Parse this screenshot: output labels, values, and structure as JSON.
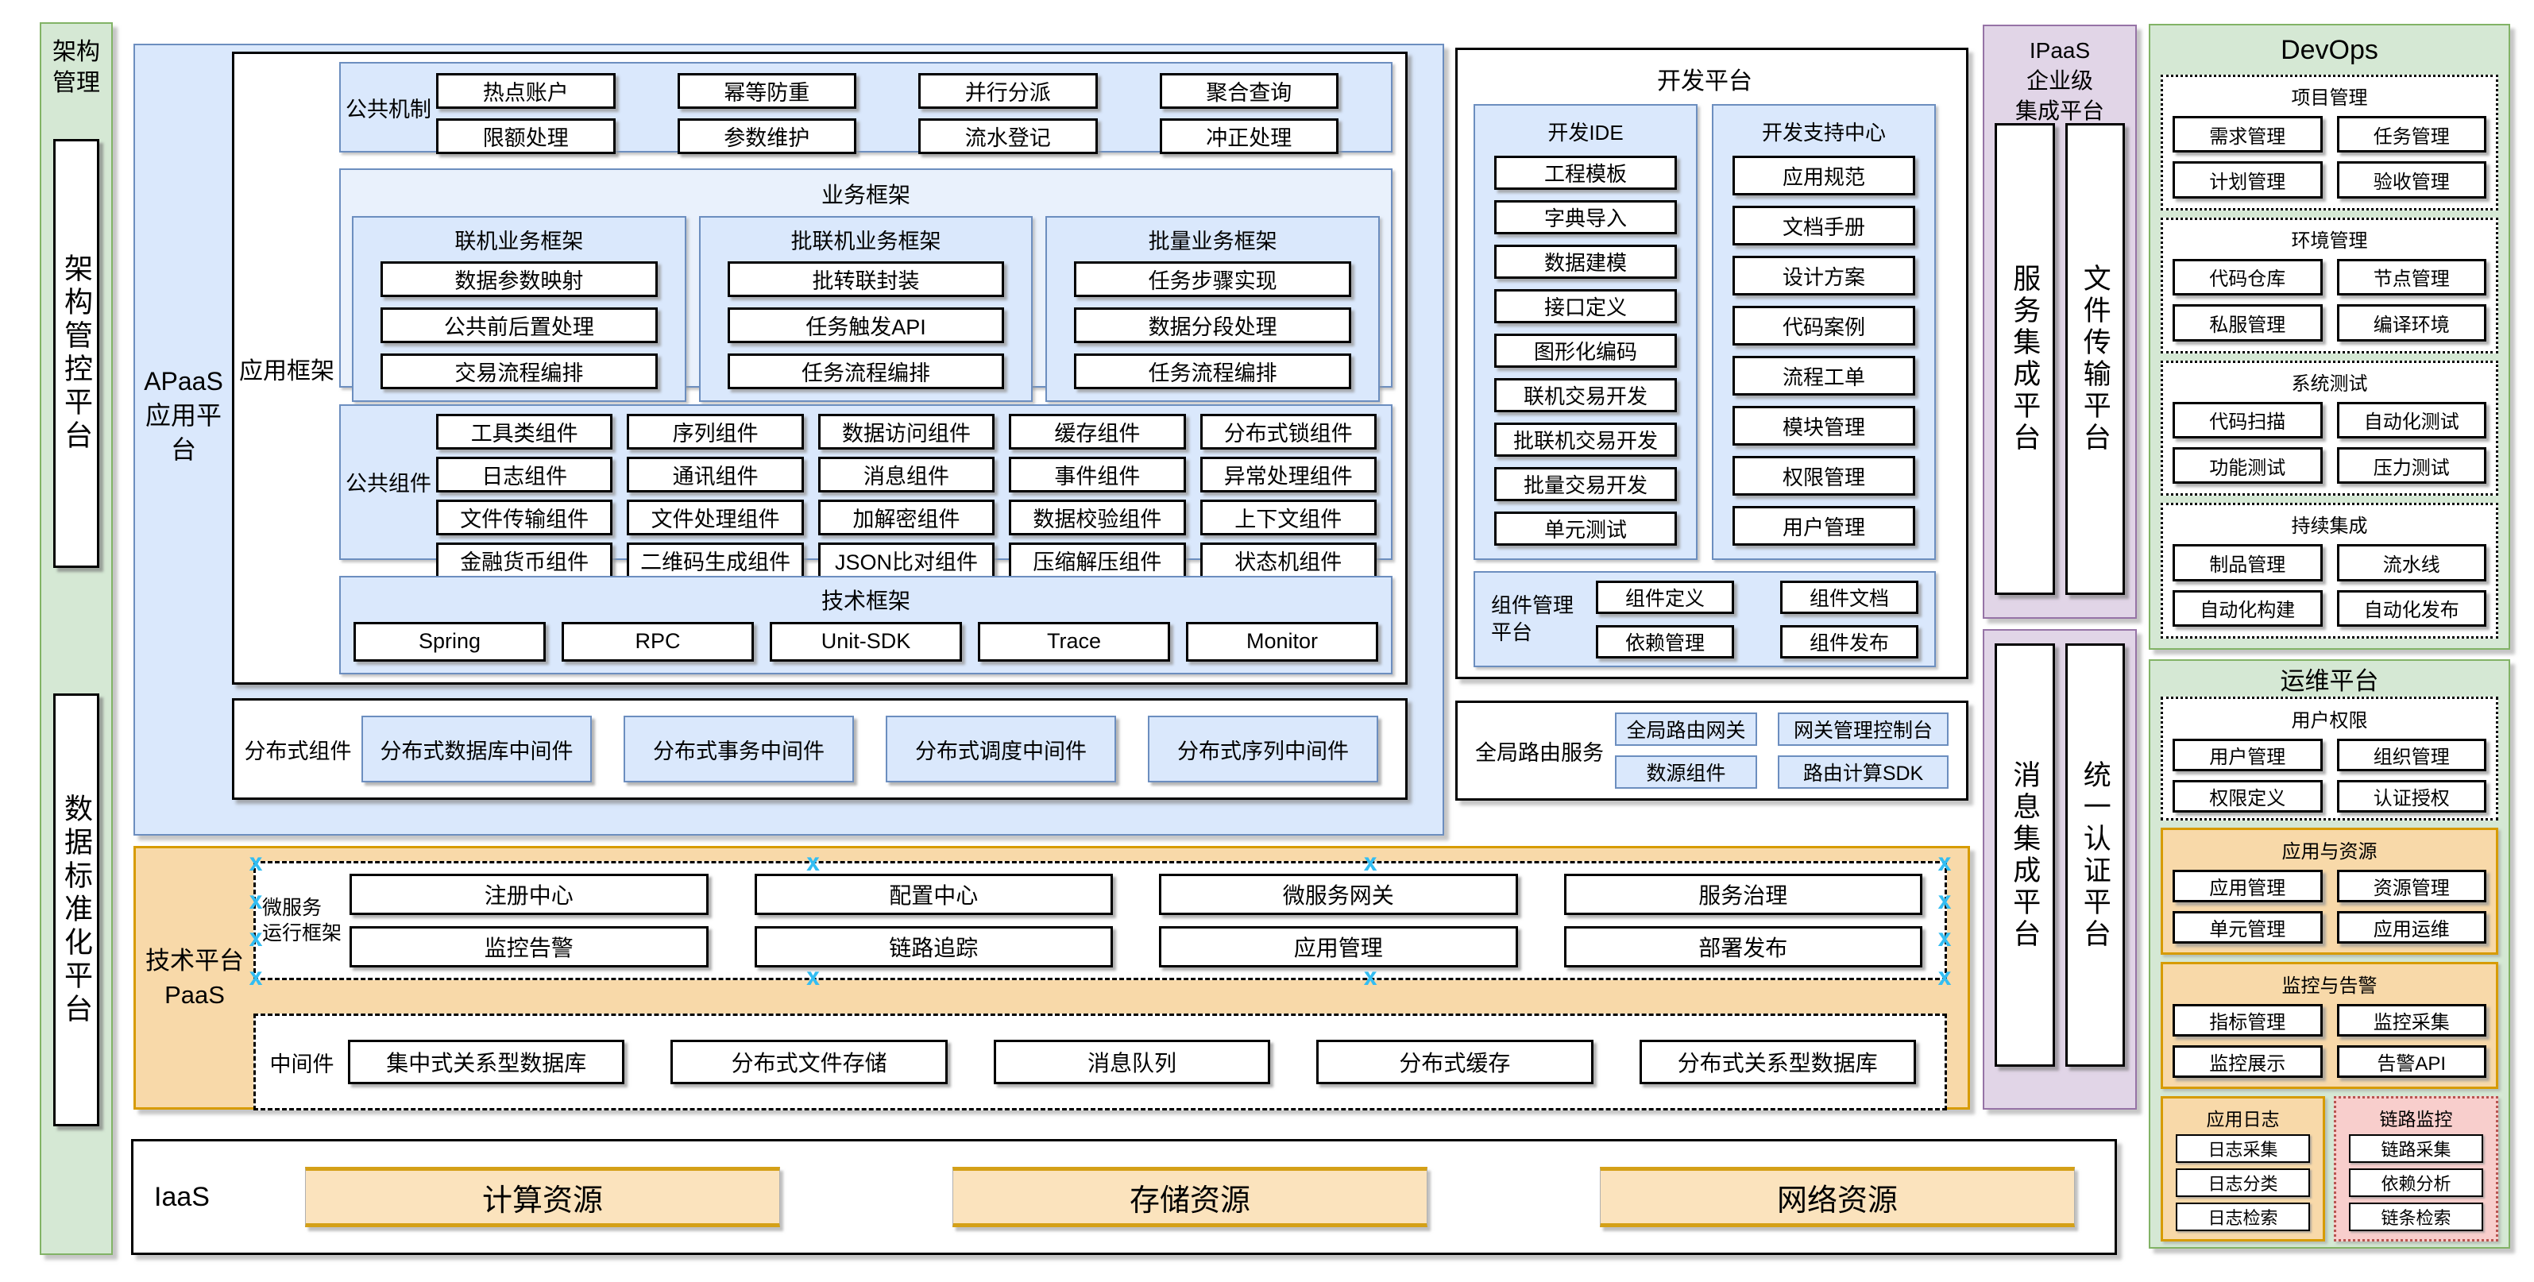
{
  "arch_strip": {
    "label": "架构管理",
    "platforms": [
      "架构管控平台",
      "数据标准化平台"
    ]
  },
  "apaas": {
    "label": "APaaS\n应用平台",
    "app_framework": {
      "label": "应用框架",
      "mechanisms": {
        "label": "公共机制",
        "items": [
          "热点账户",
          "幂等防重",
          "并行分派",
          "聚合查询",
          "限额处理",
          "参数维护",
          "流水登记",
          "冲正处理"
        ]
      },
      "business": {
        "title": "业务框架",
        "frames": [
          {
            "title": "联机业务框架",
            "items": [
              "数据参数映射",
              "公共前后置处理",
              "交易流程编排"
            ]
          },
          {
            "title": "批联机业务框架",
            "items": [
              "批转联封装",
              "任务触发API",
              "任务流程编排"
            ]
          },
          {
            "title": "批量业务框架",
            "items": [
              "任务步骤实现",
              "数据分段处理",
              "任务流程编排"
            ]
          }
        ]
      },
      "components": {
        "label": "公共组件",
        "items": [
          "工具类组件",
          "序列组件",
          "数据访问组件",
          "缓存组件",
          "分布式锁组件",
          "日志组件",
          "通讯组件",
          "消息组件",
          "事件组件",
          "异常处理组件",
          "文件传输组件",
          "文件处理组件",
          "加解密组件",
          "数据校验组件",
          "上下文组件",
          "金融货币组件",
          "二维码生成组件",
          "JSON比对组件",
          "压缩解压组件",
          "状态机组件"
        ]
      },
      "tech": {
        "title": "技术框架",
        "items": [
          "Spring",
          "RPC",
          "Unit-SDK",
          "Trace",
          "Monitor"
        ]
      }
    },
    "distributed": {
      "label": "分布式组件",
      "items": [
        "分布式数据库中间件",
        "分布式事务中间件",
        "分布式调度中间件",
        "分布式序列中间件"
      ]
    }
  },
  "dev_platform": {
    "title": "开发平台",
    "ide": {
      "title": "开发IDE",
      "items": [
        "工程模板",
        "字典导入",
        "数据建模",
        "接口定义",
        "图形化编码",
        "联机交易开发",
        "批联机交易开发",
        "批量交易开发",
        "单元测试"
      ]
    },
    "support": {
      "title": "开发支持中心",
      "items": [
        "应用规范",
        "文档手册",
        "设计方案",
        "代码案例",
        "流程工单",
        "模块管理",
        "权限管理",
        "用户管理"
      ]
    },
    "component_mgmt": {
      "label": "组件管理\n平台",
      "items": [
        "组件定义",
        "组件文档",
        "依赖管理",
        "组件发布"
      ]
    }
  },
  "global_routing": {
    "label": "全局路由服务",
    "items": [
      "全局路由网关",
      "网关管理控制台",
      "数源组件",
      "路由计算SDK"
    ]
  },
  "paas": {
    "label": "技术平台\nPaaS",
    "microservice": {
      "label": "微服务\n运行框架",
      "items": [
        "注册中心",
        "配置中心",
        "微服务网关",
        "服务治理",
        "监控告警",
        "链路追踪",
        "应用管理",
        "部署发布"
      ]
    },
    "middleware": {
      "label": "中间件",
      "items": [
        "集中式关系型数据库",
        "分布式文件存储",
        "消息队列",
        "分布式缓存",
        "分布式关系型数据库"
      ]
    }
  },
  "iaas": {
    "label": "IaaS",
    "items": [
      "计算资源",
      "存储资源",
      "网络资源"
    ]
  },
  "ipaas": {
    "title": "IPaaS\n企业级\n集成平台",
    "top_platforms": [
      "服务集成平台",
      "文件传输平台"
    ],
    "bottom_platforms": [
      "消息集成平台",
      "统一认证平台"
    ]
  },
  "devops": {
    "title": "DevOps",
    "sections": [
      {
        "title": "项目管理",
        "items": [
          "需求管理",
          "任务管理",
          "计划管理",
          "验收管理"
        ]
      },
      {
        "title": "环境管理",
        "items": [
          "代码仓库",
          "节点管理",
          "私服管理",
          "编译环境"
        ]
      },
      {
        "title": "系统测试",
        "items": [
          "代码扫描",
          "自动化测试",
          "功能测试",
          "压力测试"
        ]
      },
      {
        "title": "持续集成",
        "items": [
          "制品管理",
          "流水线",
          "自动化构建",
          "自动化发布"
        ]
      }
    ]
  },
  "ops": {
    "title": "运维平台",
    "user_perm": {
      "title": "用户权限",
      "items": [
        "用户管理",
        "组织管理",
        "权限定义",
        "认证授权"
      ]
    },
    "app_res": {
      "title": "应用与资源",
      "items": [
        "应用管理",
        "资源管理",
        "单元管理",
        "应用运维"
      ]
    },
    "monitor_alert": {
      "title": "监控与告警",
      "items": [
        "指标管理",
        "监控采集",
        "监控展示",
        "告警API"
      ]
    },
    "app_log": {
      "title": "应用日志",
      "items": [
        "日志采集",
        "日志分类",
        "日志检索"
      ]
    },
    "trace_monitor": {
      "title": "链路监控",
      "items": [
        "链路采集",
        "依赖分析",
        "链条检索"
      ]
    }
  },
  "ui": {
    "selection_handle_glyph": "x",
    "colors": {
      "blue_fill": "#dae8fc",
      "blue_border": "#6c8ebf",
      "green_fill": "#d5e8d4",
      "green_border": "#82b366",
      "purple_fill": "#e1d5e7",
      "purple_border": "#9673a6",
      "orange_fill": "#f8d9a9",
      "orange_border": "#d79b00",
      "pink_fill": "#f8cecc",
      "pink_border": "#b85450",
      "iaas_box_fill": "#fbe3bd",
      "iaas_box_border": "#d4a017",
      "selection_handle": "#33bdf2"
    }
  }
}
